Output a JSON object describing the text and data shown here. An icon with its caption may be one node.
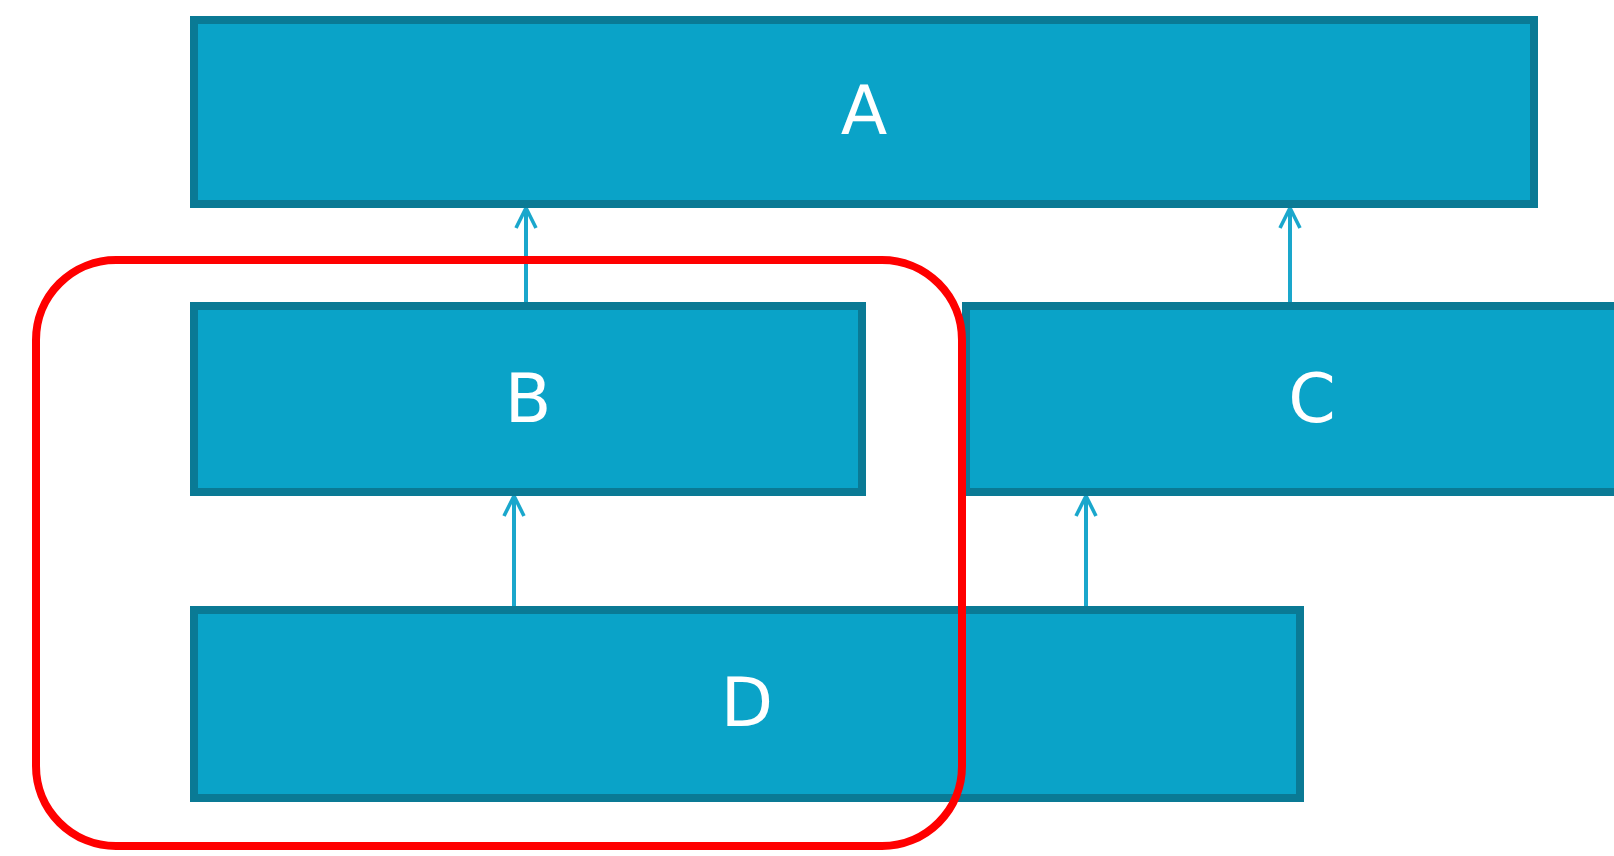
{
  "diagram": {
    "nodes": [
      {
        "text": [
          "A"
        ]
      },
      {
        "text": [],
        "shape": "box"
      },
      {
        "text": [
          "B"
        ],
        "in": 1
      },
      {
        "text": [
          "C"
        ]
      },
      {
        "text": [
          "D"
        ]
      }
    ],
    "edges": [
      {
        "from": 2,
        "to": 0,
        "arrow": "to"
      },
      {
        "from": 3,
        "to": 0,
        "arrow": "to"
      },
      {
        "from": 4,
        "to": 2,
        "arrow": "to"
      },
      {
        "from": 4,
        "to": 3,
        "arrow": "to"
      }
    ]
  }
}
